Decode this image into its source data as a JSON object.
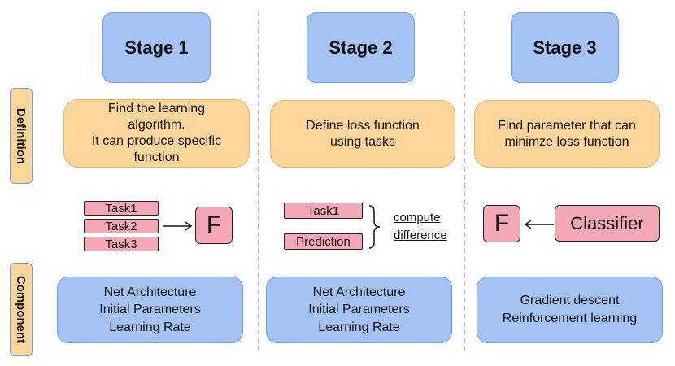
{
  "stages": [
    {
      "label": "Stage 1"
    },
    {
      "label": "Stage 2"
    },
    {
      "label": "Stage 3"
    }
  ],
  "side_labels": {
    "definition": "Definition",
    "component": "Component"
  },
  "definitions": [
    [
      "Find the learning",
      "algorithm.",
      "It can produce specific",
      "function"
    ],
    [
      "Define loss function",
      "using tasks"
    ],
    [
      "Find parameter that can",
      "minimze loss function"
    ]
  ],
  "components": [
    [
      "Net Architecture",
      "Initial Parameters",
      "Learning Rate"
    ],
    [
      "Net Architecture",
      "Initial Parameters",
      "Learning Rate"
    ],
    [
      "Gradient descent",
      "Reinforcement learning"
    ]
  ],
  "stage1_diagram": {
    "tasks": [
      "Task1",
      "Task2",
      "Task3"
    ],
    "output": "F"
  },
  "stage2_diagram": {
    "top": "Task1",
    "bottom": "Prediction",
    "note_line1": "compute",
    "note_line2": "difference"
  },
  "stage3_diagram": {
    "output": "F",
    "source": "Classifier"
  },
  "colors": {
    "stage_fill": "#a4c2f4",
    "definition_fill": "#ffd699",
    "task_fill": "#f4a7b4"
  }
}
